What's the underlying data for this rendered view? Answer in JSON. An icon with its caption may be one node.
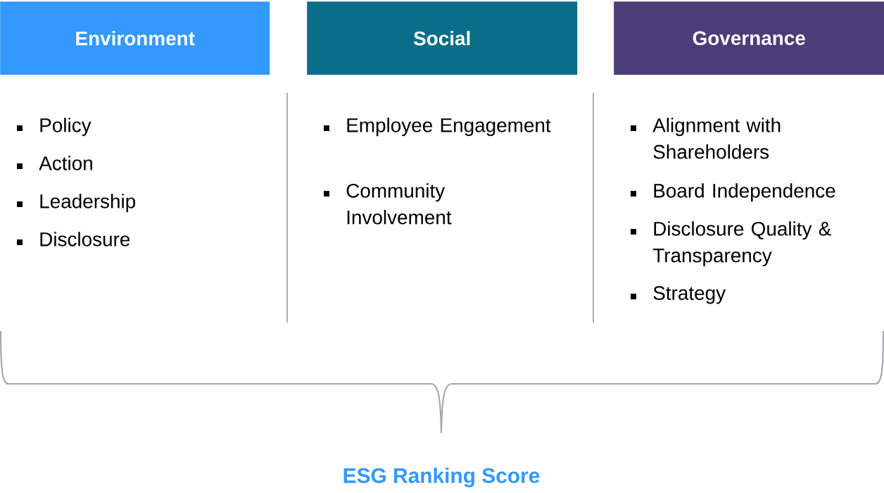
{
  "diagram": {
    "nodes": [
      {
        "text": [
          "Environment"
        ]
      },
      {
        "text": [
          "Social"
        ]
      },
      {
        "text": [
          "Governance"
        ]
      }
    ],
    "labels": [
      "Policy",
      "Action",
      "Leadership",
      "Disclosure",
      "Employee Engagement",
      "Community Involvement",
      "Alignment with Shareholders",
      "Board Independence",
      "Disclosure Quality & Transparency",
      "Strategy",
      "ESG Ranking Score"
    ]
  }
}
